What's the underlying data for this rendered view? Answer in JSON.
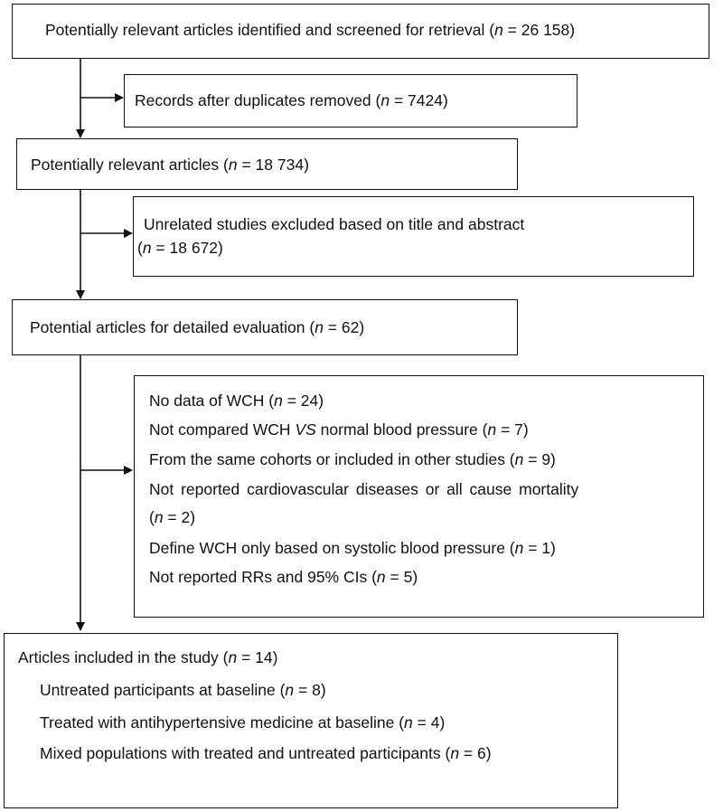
{
  "boxes": {
    "identified": {
      "text_pre": "Potentially relevant articles identified and screened for retrieval (",
      "n": "n",
      "text_post": " = 26 158)"
    },
    "duplicates": {
      "text_pre": "Records after duplicates removed (",
      "n": "n",
      "text_post": " = 7424)"
    },
    "relevant": {
      "text_pre": "Potentially relevant articles (",
      "n": "n",
      "text_post": " = 18 734)"
    },
    "unrelated": {
      "line1": "Unrelated studies excluded based on title and abstract",
      "line2_pre": "(",
      "n": "n",
      "line2_post": " = 18 672)"
    },
    "detailed": {
      "text_pre": "Potential articles for detailed evaluation (",
      "n": "n",
      "text_post": " = 62)"
    },
    "exclusions": [
      {
        "pre": "No data of WCH (",
        "n": "n",
        "post": " = 24)"
      },
      {
        "pre": "Not compared WCH ",
        "vs": "VS",
        "mid": " normal blood pressure (",
        "n": "n",
        "post": " = 7)"
      },
      {
        "pre": "From the same cohorts or included in other studies (",
        "n": "n",
        "post": " = 9)"
      },
      {
        "pre": "Not reported cardiovascular diseases or all cause mortality"
      },
      {
        "pre": "(",
        "n": "n",
        "post": " = 2)"
      },
      {
        "pre": "Define WCH only based on systolic blood pressure (",
        "n": "n",
        "post": " = 1)"
      },
      {
        "pre": "Not reported RRs and 95% CIs (",
        "n": "n",
        "post": " = 5)"
      }
    ],
    "included": {
      "title_pre": "Articles included in the study (",
      "title_n": "n",
      "title_post": " = 14)",
      "items": [
        {
          "pre": "Untreated participants at baseline (",
          "n": "n",
          "post": " = 8)"
        },
        {
          "pre": "Treated with antihypertensive medicine at baseline (",
          "n": "n",
          "post": " = 4)"
        },
        {
          "pre": "Mixed populations with treated and untreated participants (",
          "n": "n",
          "post": " = 6)"
        }
      ]
    }
  }
}
